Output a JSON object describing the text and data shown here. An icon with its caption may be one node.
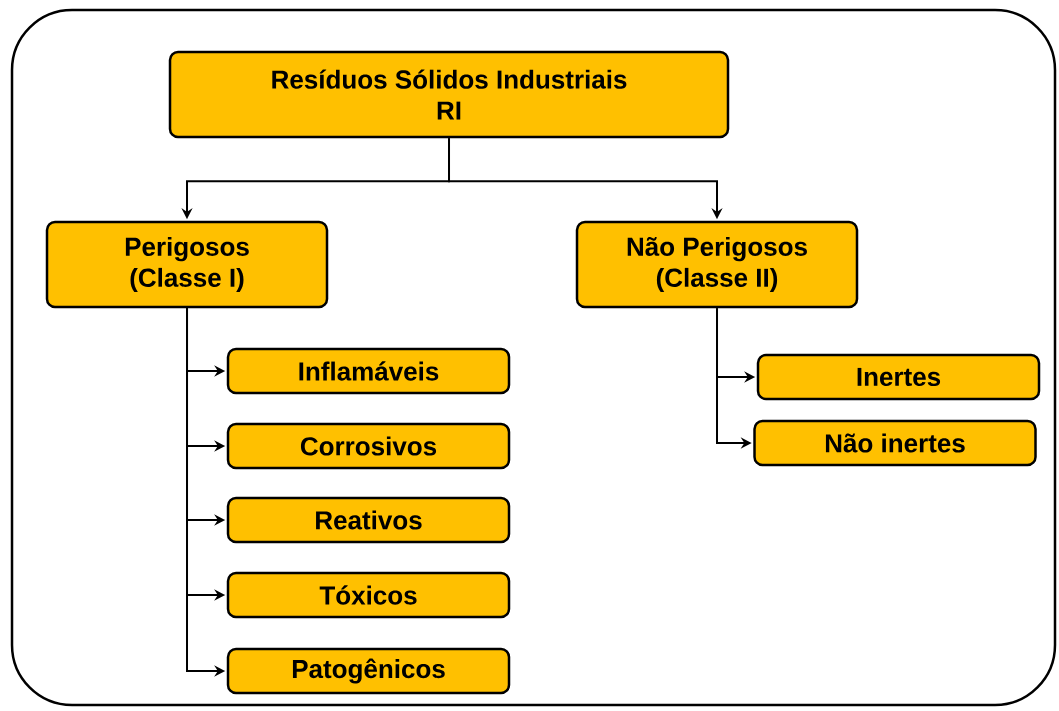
{
  "diagram": {
    "nodes": [
      {
        "text": [
          "Resíduos Sólidos Industriais",
          "RI"
        ]
      },
      {
        "text": [
          "Perigosos",
          "(Classe I)"
        ]
      },
      {
        "text": [
          "Não Perigosos",
          "(Classe II)"
        ]
      },
      {
        "text": [
          "Inflamáveis"
        ]
      },
      {
        "text": [
          "Corrosivos"
        ]
      },
      {
        "text": [
          "Reativos"
        ]
      },
      {
        "text": [
          "Tóxicos"
        ]
      },
      {
        "text": [
          "Patogênicos"
        ]
      },
      {
        "text": [
          "Inertes"
        ]
      },
      {
        "text": [
          "Não inertes"
        ]
      }
    ],
    "edges": [
      {
        "from": 0,
        "to": 1,
        "arrow": "to"
      },
      {
        "from": 0,
        "to": 2,
        "arrow": "to"
      },
      {
        "from": 1,
        "to": 3,
        "arrow": "to"
      },
      {
        "from": 1,
        "to": 4,
        "arrow": "to"
      },
      {
        "from": 1,
        "to": 5,
        "arrow": "to"
      },
      {
        "from": 1,
        "to": 6,
        "arrow": "to"
      },
      {
        "from": 1,
        "to": 7,
        "arrow": "to"
      },
      {
        "from": 2,
        "to": 8,
        "arrow": "to"
      },
      {
        "from": 2,
        "to": 9,
        "arrow": "to"
      }
    ]
  }
}
